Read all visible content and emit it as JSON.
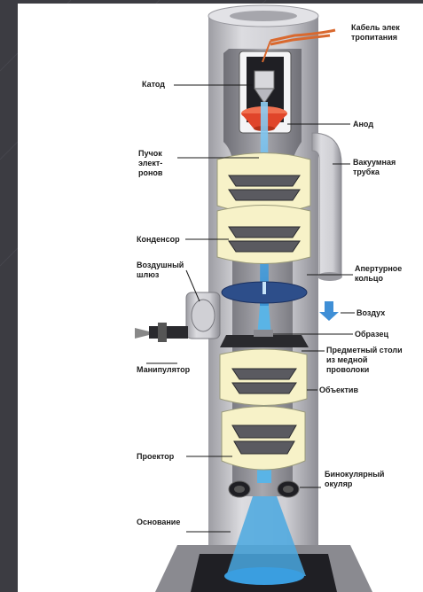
{
  "labels": {
    "cable": "Кабель элек\nтропитания",
    "cathode": "Катод",
    "anode": "Анод",
    "beam": "Пучок\nэлект-\nронов",
    "vacuum_tube": "Вакуумная\nтрубка",
    "condenser": "Конденсор",
    "airlock": "Воздушный\nшлюз",
    "aperture_ring": "Апертурное\nкольцо",
    "air": "Воздух",
    "sample": "Образец",
    "manipulator": "Манипулятор",
    "stage": "Предметный столи\nиз медной\nпроволоки",
    "objective": "Объектив",
    "projector": "Проектор",
    "eyepiece": "Бинокулярный\nокуляр",
    "base": "Основание"
  },
  "colors": {
    "column": "#c8c8cc",
    "beam": "#5ab4e6",
    "lens_fill": "#f7f2c8",
    "anode": "#e85a3a",
    "aperture": "#2d4e8a",
    "background": "#3a3a40"
  }
}
